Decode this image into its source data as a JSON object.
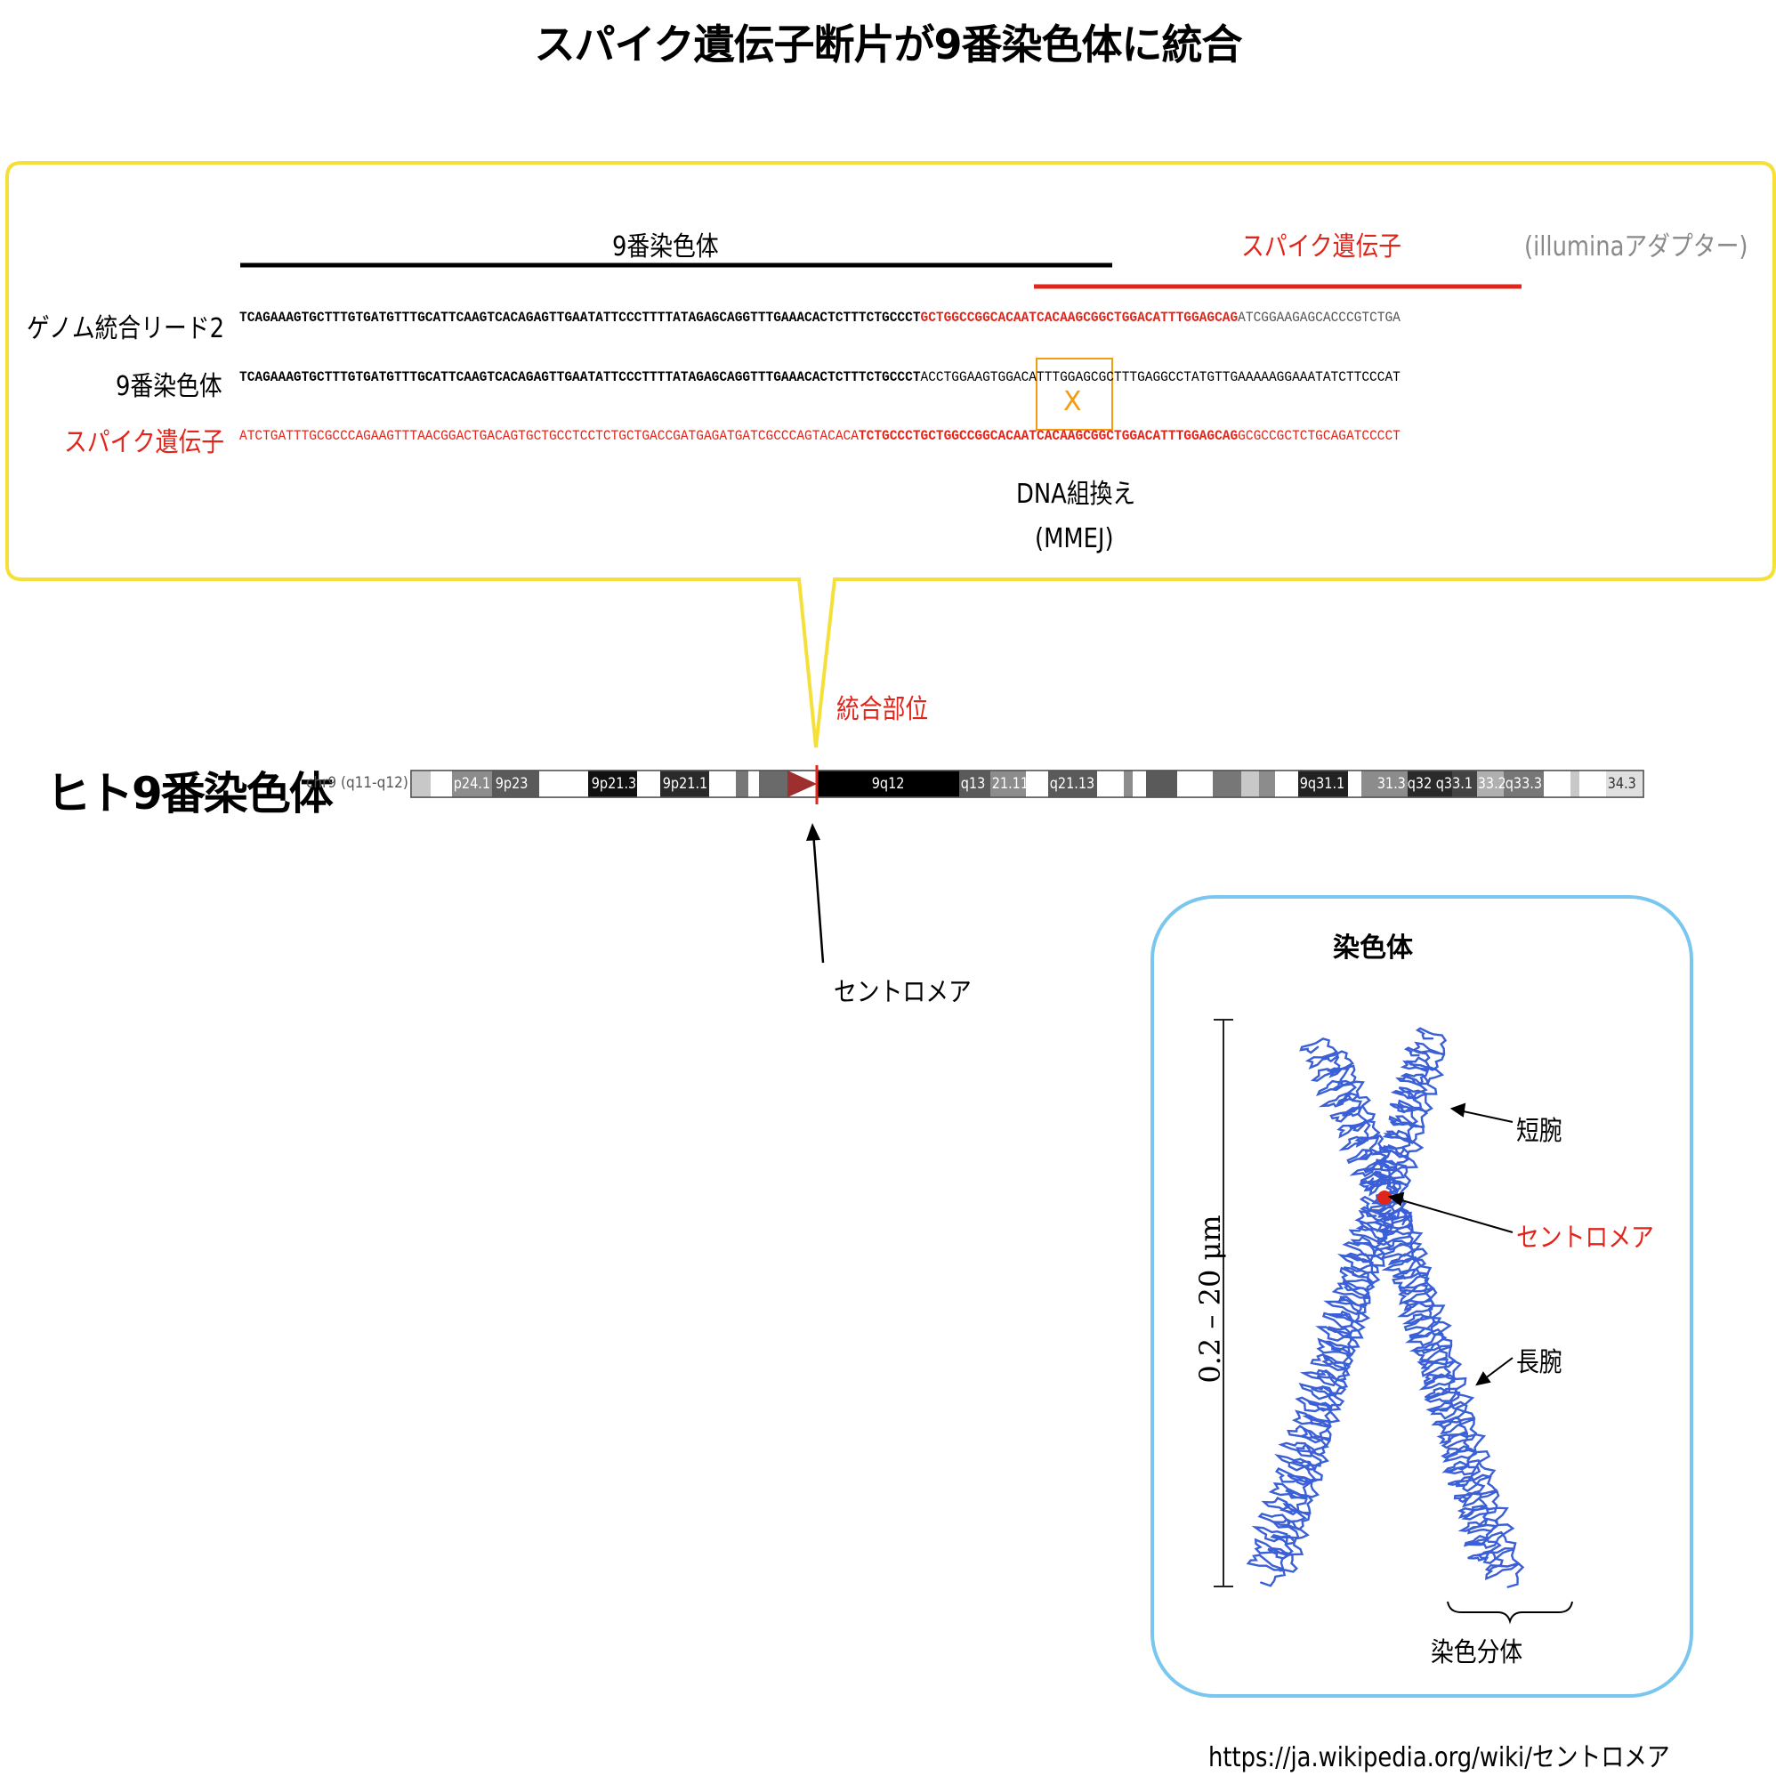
{
  "title": "スパイク遺伝子断片が9番染色体に統合",
  "panel": {
    "header_chr9": "9番染色体",
    "header_spike": "スパイク遺伝子",
    "header_adapter": "(illuminaアダプター)",
    "row_labels": [
      "ゲノム統合リード2",
      "9番染色体",
      "スパイク遺伝子"
    ],
    "read2": {
      "part1": "TCAGAAAGTGCTTTGTGATGTTTGCATTCAAGTCACAGAGTTGAATATTCCCTTTTATAGAGCAGGTTTGAAACACTCTTTCTGCCCT",
      "part2": "GCTGGCCGGCACAATCACAAGCGGCTGGACATTTGGAGCAG",
      "part3": "ATCGGAAGAGCACCCGTCTGA"
    },
    "chr9": {
      "part1": "TCAGAAAGTGCTTTGTGATGTTTGCATTCAAGTCACAGAGTTGAATATTCCCTTTTATAGAGCAGGTTTGAAACACTCTTTCTGCCCT",
      "part2": "ACCTGGAAGTGGACATTTGGAGCGCTTTGAGGCCTATGTTGAAAAAGGAAATATCTTCCCAT"
    },
    "spike": {
      "part1": "ATCTGATTTGCGCCCAGAAGTTTAACGGACTGACAGTGCTGCCTCCTCTGCTGACCGATGAGATGATCGCCCAGTACACA",
      "part2": "TCTGCCCTGCTGGCCGGCACAATCACAAGCGGCTGGACATTTGGAGCAG",
      "part3": "GCGCCGCTCTGCAGATCCCCT"
    },
    "cross_mark": "X",
    "recomb_label": "DNA組換え",
    "recomb_sub": "(MMEJ)"
  },
  "integration_label": "統合部位",
  "chromosome_label": "ヒト9番染色体",
  "ideogram_label": "chr9 (q11-q12)",
  "bands": [
    "p24.1",
    "9p23",
    "9p21.3",
    "9p21.1",
    "9q12",
    "q13",
    "21.11",
    "q21.13",
    "9q31.1",
    "31.3",
    "q32",
    "q33.1",
    "33.2",
    "q33.3",
    "34.3"
  ],
  "centromere_label": "セントロメア",
  "inset": {
    "title": "染色体",
    "scale": "0.2 – 20 μm",
    "short_arm": "短腕",
    "centromere": "セントロメア",
    "long_arm": "長腕",
    "chromatid": "染色分体"
  },
  "source_url": "https://ja.wikipedia.org/wiki/セントロメア",
  "colors": {
    "highlight": "#f5e03a",
    "red": "#e1251b",
    "orange": "#f39c12",
    "blue": "#3a5fd6",
    "inset_border": "#79c6ee"
  }
}
